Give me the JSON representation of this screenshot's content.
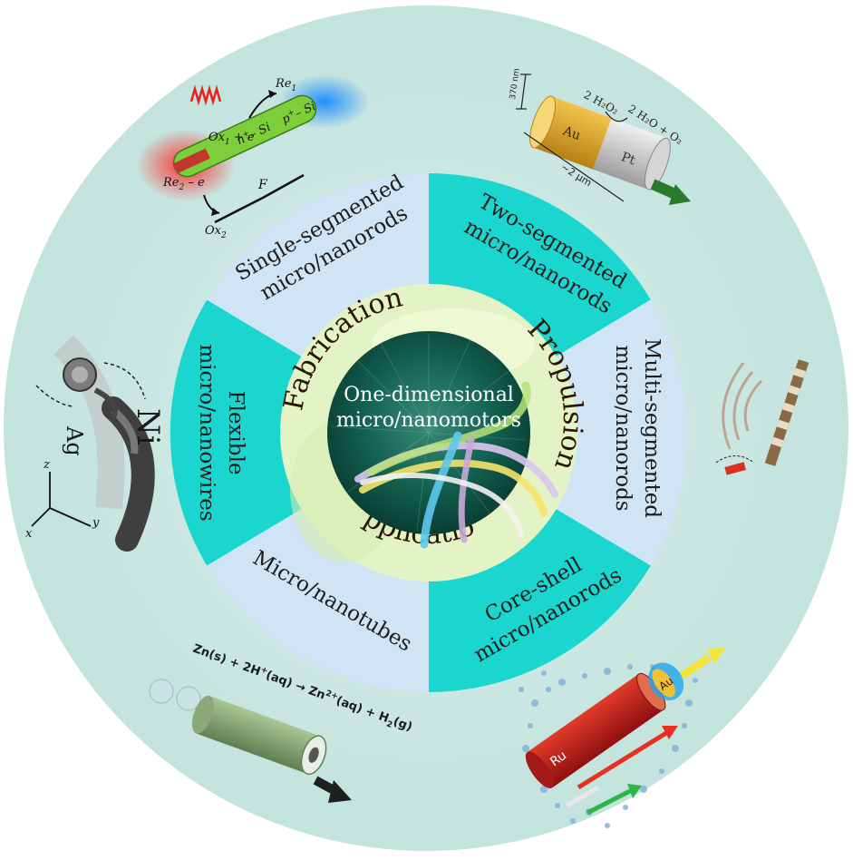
{
  "center": {
    "title_line1": "One-dimensional",
    "title_line2": "micro/nanomotors"
  },
  "ring": {
    "fabrication": "Fabrication",
    "propulsion": "Propulsion",
    "application": "Application"
  },
  "segments": [
    {
      "line1": "Two-segmented",
      "line2": "micro/nanorods"
    },
    {
      "line1": "Multi-segmented",
      "line2": "micro/nanorods"
    },
    {
      "line1": "Core-shell",
      "line2": "micro/nanorods"
    },
    {
      "line1": "Micro/nanotubes",
      "line2": ""
    },
    {
      "line1": "Flexible",
      "line2": "micro/nanowires"
    },
    {
      "line1": "Single-segmented",
      "line2": "micro/nanorods"
    }
  ],
  "colors": {
    "outer_disk": "#c9e6e2",
    "segment_light": "#cfe4f5",
    "segment_teal": "#1ad6cf",
    "ring_bg": "#e4f3c6",
    "ring_text": "#2b1606",
    "center_bg": "#0f5b4e"
  },
  "illustrations": {
    "single": {
      "re1": "Re",
      "re1_sub": "1",
      "ox1": "Ox",
      "ox1_sub": "1",
      "ox1_tail": " + e",
      "re2": "Re",
      "re2_sub": "2",
      "re2_tail": " – e",
      "ox2": "Ox",
      "ox2_sub": "2",
      "n_si": "n",
      "n_si_tail": "– Si",
      "p_si": "p",
      "p_si_tail": "– Si",
      "force": "F",
      "icon": "light-wave-icon"
    },
    "two": {
      "size_label": "370 nm",
      "length_label": "~2 μm",
      "au": "Au",
      "pt": "Pt",
      "reactant": "2 H₂O₂",
      "products": "2 H₂O + O₂",
      "icon": "direction-arrow-icon"
    },
    "flexible": {
      "ni": "Ni",
      "ag": "Ag",
      "ax_x": "x",
      "ax_y": "y",
      "ax_z": "z"
    },
    "tube": {
      "equation_a": "Zn(s) + 2H",
      "equation_b": "+",
      "equation_c": "(aq) → Zn",
      "equation_d": "2+",
      "equation_e": "(aq) + H",
      "equation_f": "2",
      "equation_g": "(g)",
      "icon": "bubble-icon"
    },
    "core": {
      "ru": "Ru",
      "au": "Au"
    },
    "multi": {
      "icon": "acoustic-wave-icon"
    }
  }
}
